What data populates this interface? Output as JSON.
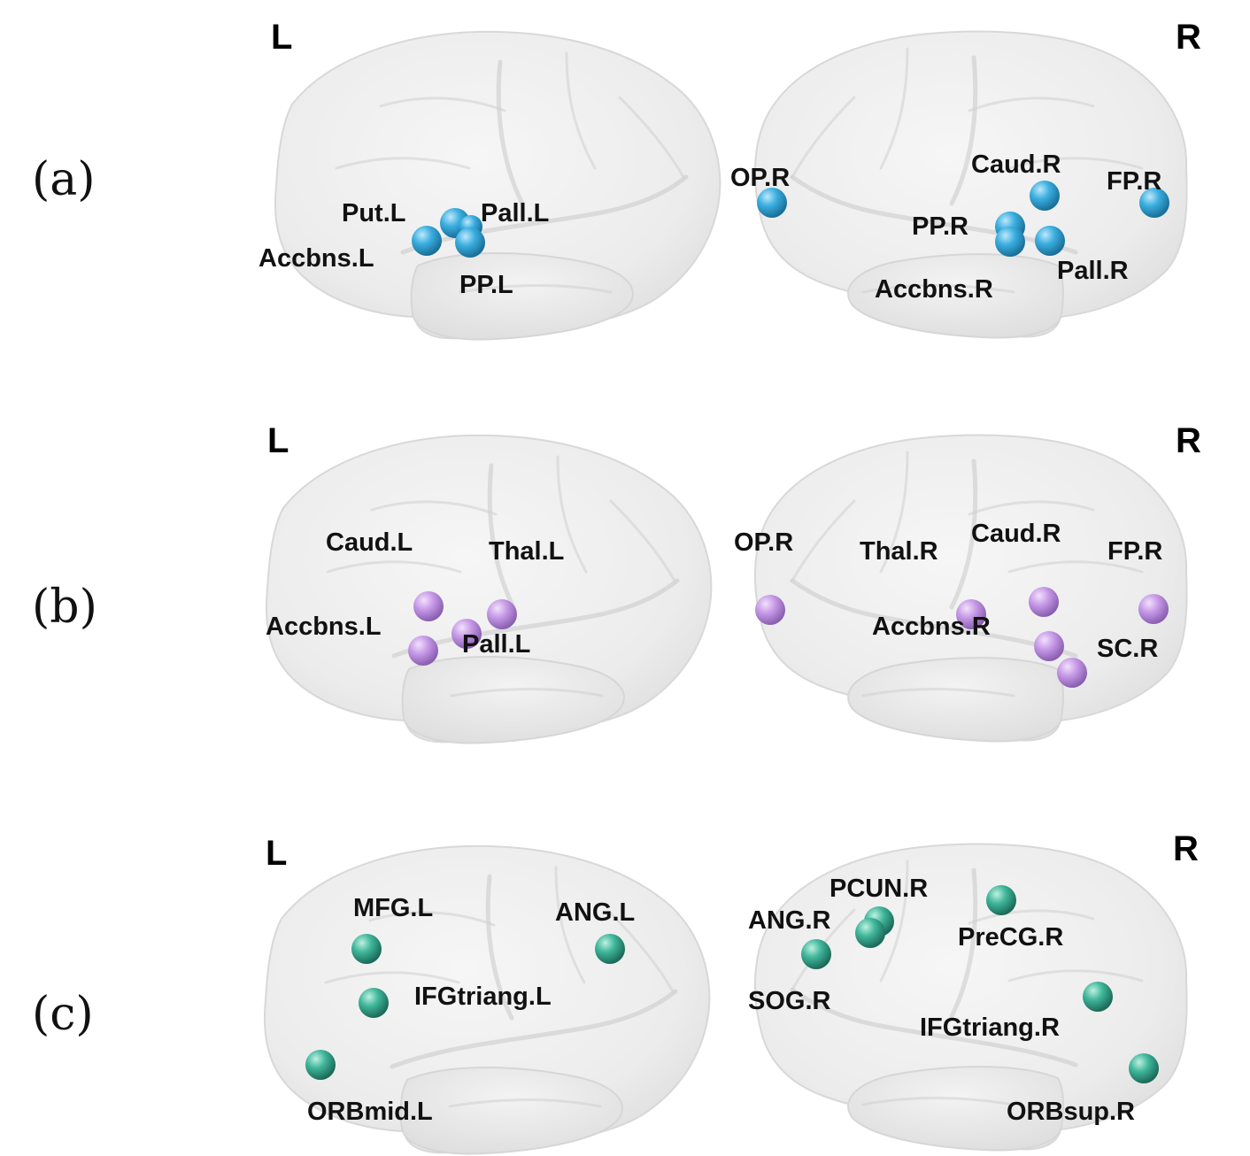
{
  "rows": [
    {
      "panel": "(a)",
      "left_hemisphere_label": "L",
      "right_hemisphere_label": "R",
      "node_color": "#3aaee0",
      "left_nodes": [
        "Put.L",
        "Pall.L",
        "Accbns.L",
        "PP.L"
      ],
      "right_nodes": [
        "OP.R",
        "Caud.R",
        "FP.R",
        "PP.R",
        "Pall.R",
        "Accbns.R"
      ]
    },
    {
      "panel": "(b)",
      "left_hemisphere_label": "L",
      "right_hemisphere_label": "R",
      "node_color": "#c79ae8",
      "left_nodes": [
        "Caud.L",
        "Thal.L",
        "Accbns.L",
        "Pall.L"
      ],
      "right_nodes": [
        "OP.R",
        "Thal.R",
        "Caud.R",
        "FP.R",
        "Accbns.R",
        "SC.R"
      ]
    },
    {
      "panel": "(c)",
      "left_hemisphere_label": "L",
      "right_hemisphere_label": "R",
      "node_color": "#3fb69a",
      "left_nodes": [
        "MFG.L",
        "ANG.L",
        "IFGtriang.L",
        "ORBmid.L"
      ],
      "right_nodes": [
        "PCUN.R",
        "ANG.R",
        "PreCG.R",
        "SOG.R",
        "IFGtriang.R",
        "ORBsup.R"
      ]
    }
  ]
}
